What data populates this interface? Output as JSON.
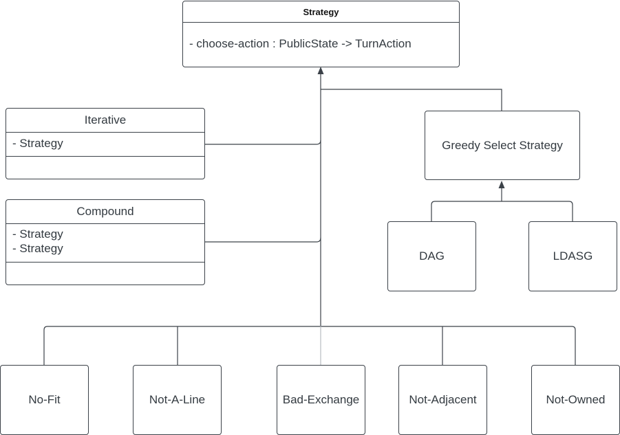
{
  "strategy": {
    "title": "Strategy",
    "method": "- choose-action : PublicState -> TurnAction"
  },
  "iterative": {
    "title": "Iterative",
    "attrs": [
      "- Strategy"
    ]
  },
  "compound": {
    "title": "Compound",
    "attrs": [
      "- Strategy",
      "- Strategy"
    ]
  },
  "greedy": {
    "title": "Greedy Select Strategy"
  },
  "greedy_children": {
    "dag": "DAG",
    "ldasg": "LDASG"
  },
  "leaves": {
    "no_fit": "No-Fit",
    "not_a_line": "Not-A-Line",
    "bad_exchange": "Bad-Exchange",
    "not_adjacent": "Not-Adjacent",
    "not_owned": "Not-Owned"
  },
  "colors": {
    "line": "#3b4148",
    "text": "#333a40",
    "background": "#ffffff"
  }
}
